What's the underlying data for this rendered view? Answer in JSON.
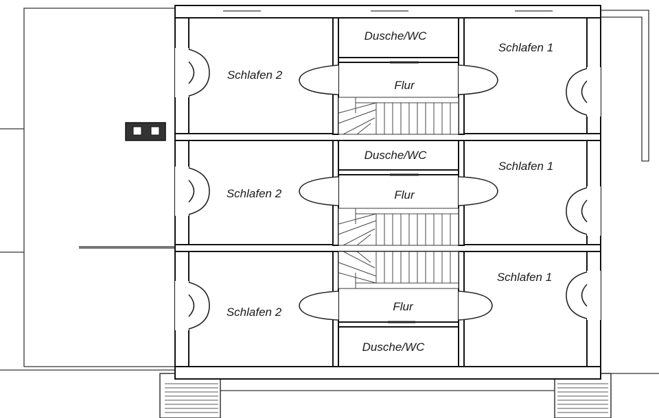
{
  "rooms": {
    "top": {
      "dusche": "Dusche/WC",
      "schlafen1": "Schlafen 1",
      "schlafen2": "Schlafen 2",
      "flur": "Flur"
    },
    "middle": {
      "dusche": "Dusche/WC",
      "schlafen1": "Schlafen 1",
      "schlafen2": "Schlafen 2",
      "flur": "Flur"
    },
    "bottom": {
      "dusche": "Dusche/WC",
      "schlafen1": "Schlafen 1",
      "schlafen2": "Schlafen 2",
      "flur": "Flur"
    }
  },
  "colors": {
    "wall": "#111111",
    "line": "#333333",
    "background": "#ffffff"
  }
}
